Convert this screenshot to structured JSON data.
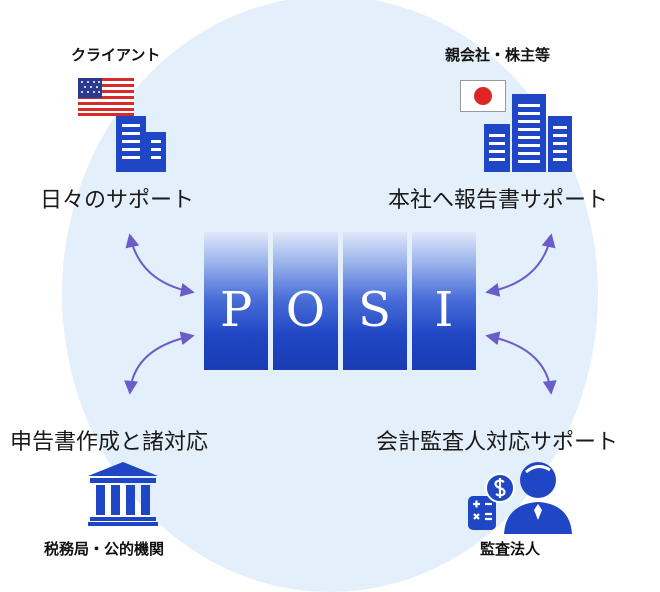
{
  "center": {
    "letters": [
      "P",
      "O",
      "S",
      "I"
    ]
  },
  "nodes": {
    "top_left": {
      "entity": "クライアント",
      "service": "日々のサポート",
      "icon": "us-flag-building-icon"
    },
    "top_right": {
      "entity": "親会社・株主等",
      "service": "本社へ報告書サポート",
      "icon": "japan-flag-building-icon"
    },
    "bottom_left": {
      "service": "申告書作成と諸対応",
      "entity": "税務局・公的機関",
      "icon": "government-building-icon"
    },
    "bottom_right": {
      "service": "会計監査人対応サポート",
      "entity": "監査法人",
      "icon": "auditor-icon"
    }
  },
  "colors": {
    "accent": "#1f46c4",
    "arrow": "#6a5cc9",
    "background_circle": "#e3effb"
  }
}
